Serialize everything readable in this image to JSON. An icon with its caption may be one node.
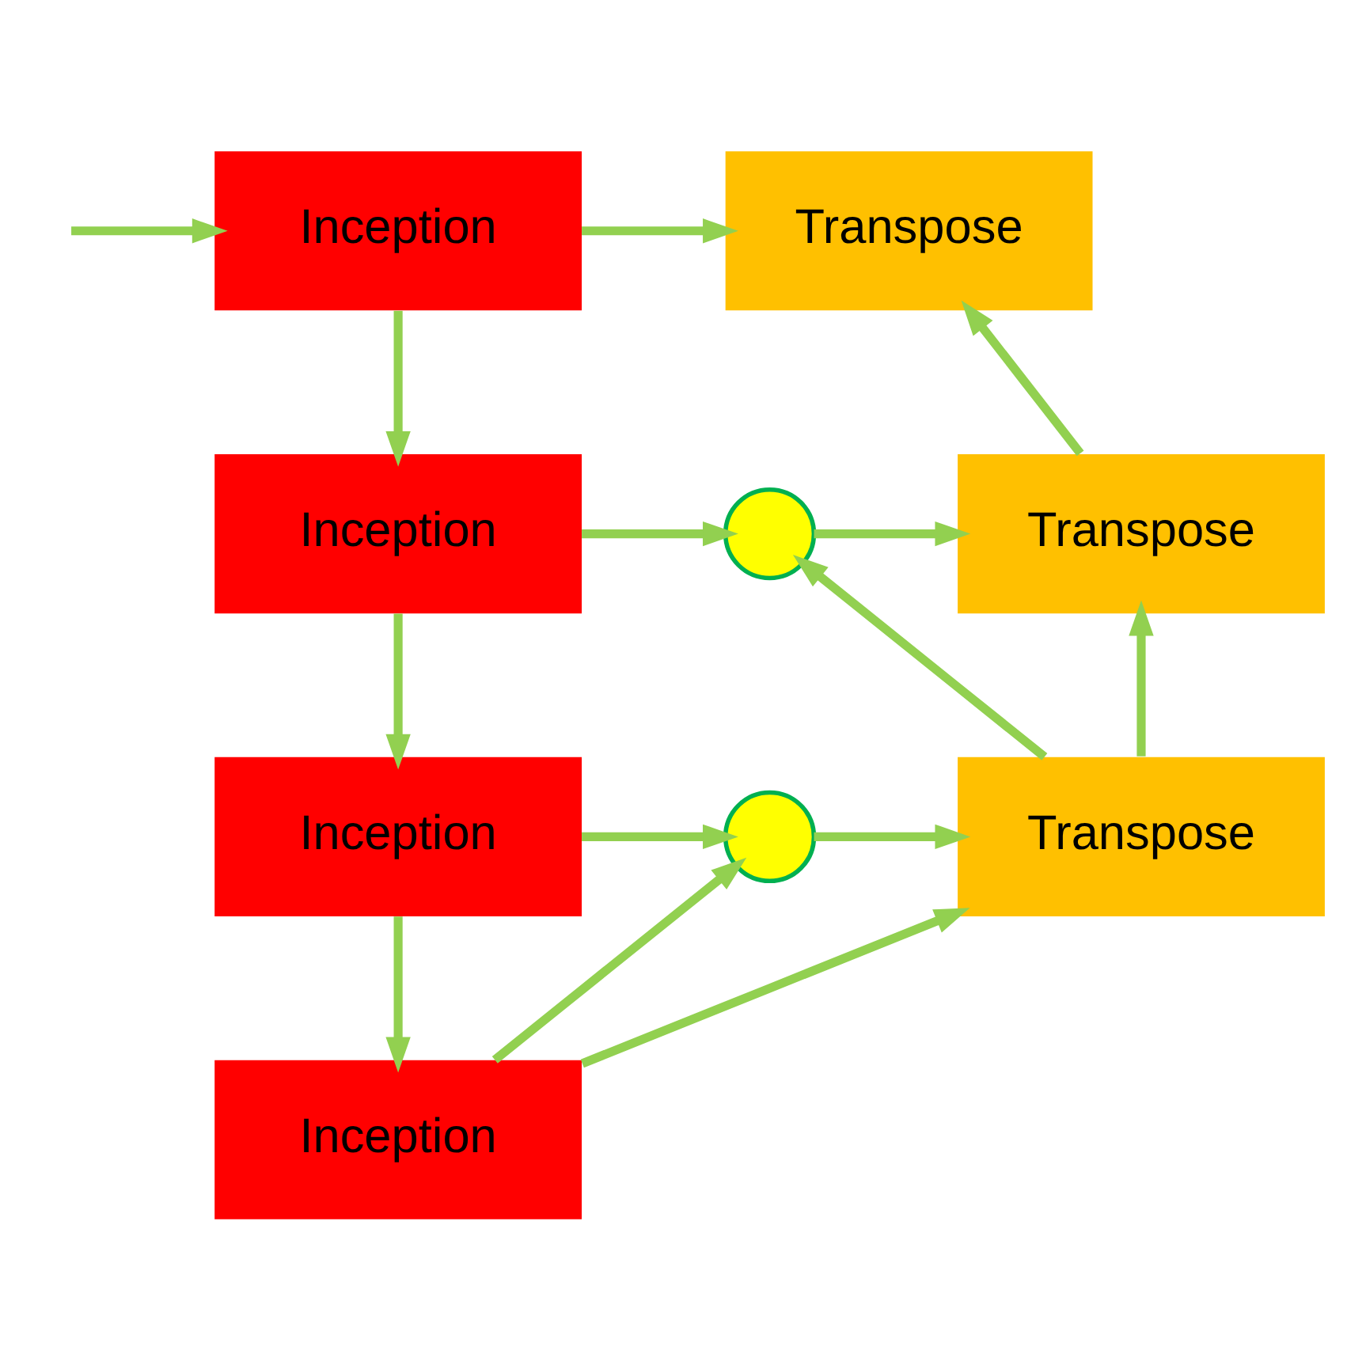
{
  "diagram": {
    "nodes": [
      {
        "text": [
          "Inception"
        ]
      },
      {
        "text": [
          "Transpose"
        ]
      },
      {
        "text": [
          "Inception"
        ]
      },
      {
        "text": [],
        "shape": "circle"
      },
      {
        "text": [
          "Transpose"
        ]
      },
      {
        "text": [
          "Inception"
        ]
      },
      {
        "text": [],
        "shape": "circle"
      },
      {
        "text": [
          "Transpose"
        ]
      },
      {
        "text": [
          "Inception"
        ]
      }
    ],
    "edges": [
      {
        "from": null,
        "to": 0,
        "arrow": "to"
      },
      {
        "from": 0,
        "to": 1,
        "arrow": "to"
      },
      {
        "from": 0,
        "to": 2,
        "arrow": "to"
      },
      {
        "from": 2,
        "to": 3,
        "arrow": "to"
      },
      {
        "from": 3,
        "to": 4,
        "arrow": "to"
      },
      {
        "from": 4,
        "to": 1,
        "arrow": "to"
      },
      {
        "from": 2,
        "to": 5,
        "arrow": "to"
      },
      {
        "from": 5,
        "to": 6,
        "arrow": "to"
      },
      {
        "from": 6,
        "to": 7,
        "arrow": "to"
      },
      {
        "from": 7,
        "to": 4,
        "arrow": "to"
      },
      {
        "from": 7,
        "to": 3,
        "arrow": "to"
      },
      {
        "from": 5,
        "to": 8,
        "arrow": "to"
      },
      {
        "from": 8,
        "to": 6,
        "arrow": "to"
      },
      {
        "from": 8,
        "to": 7,
        "arrow": "to"
      }
    ]
  }
}
